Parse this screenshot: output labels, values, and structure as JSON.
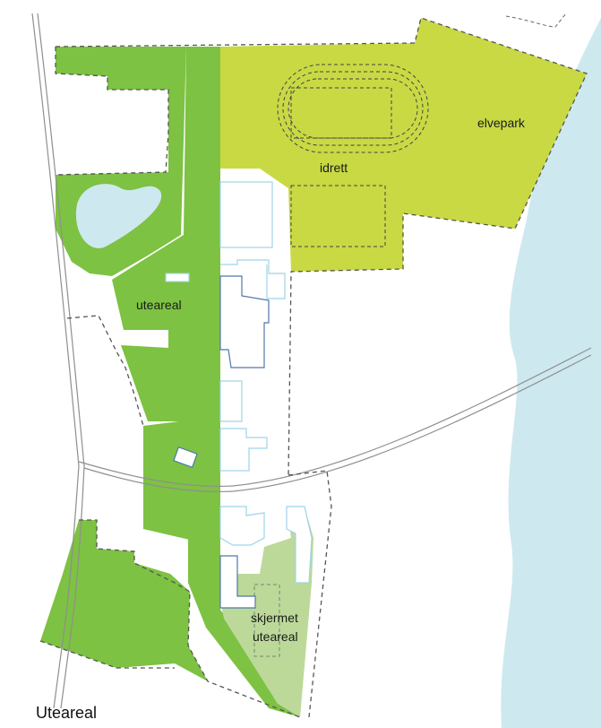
{
  "map": {
    "caption": "Uteareal",
    "labels": {
      "uteareal": "uteareal",
      "idrett": "idrett",
      "elvepark": "elvepark",
      "skjermet_line1": "skjermet",
      "skjermet_line2": "uteareal"
    },
    "colors": {
      "uteareal": "#7dc242",
      "idrett_elvepark": "#c8d944",
      "skjermet": "#bcd99a",
      "water": "#cde9ef",
      "road": "#9a9a9a",
      "boundary": "#555555",
      "building": "#9fd4e8",
      "building_dark": "#4f78a8"
    }
  }
}
